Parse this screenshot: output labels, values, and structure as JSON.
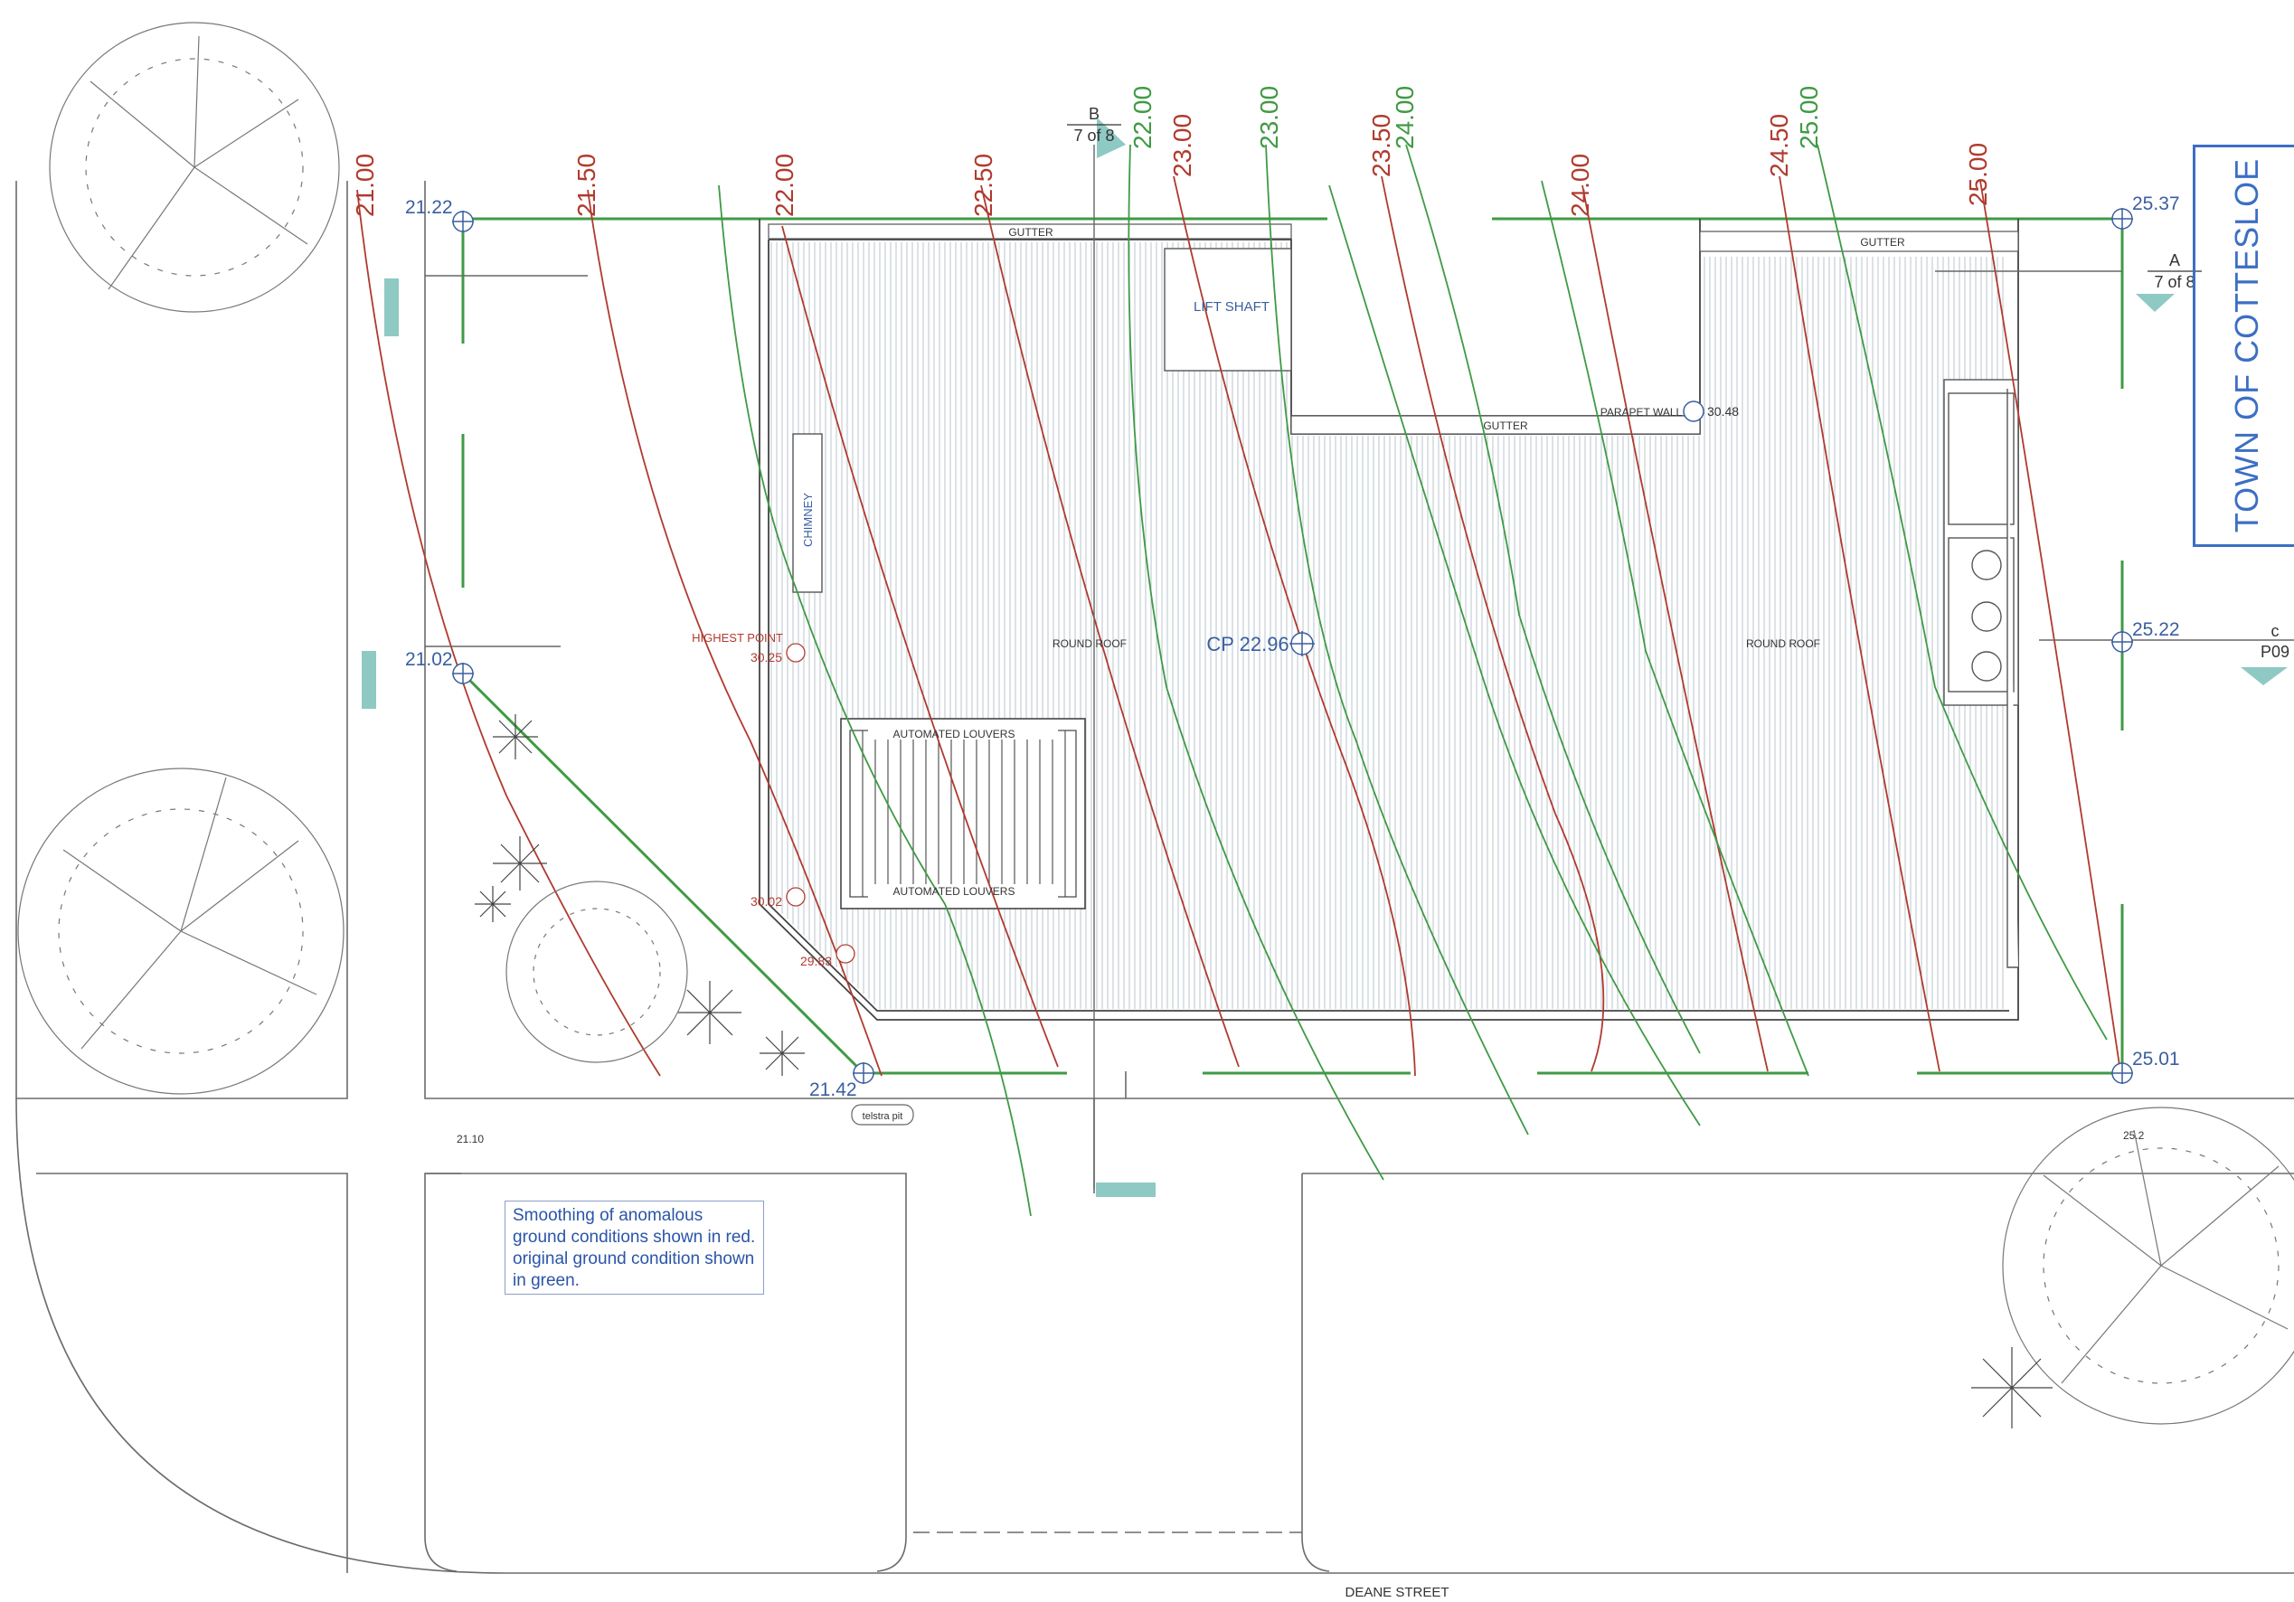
{
  "stamp": {
    "text": "TOWN OF COTTESLOE"
  },
  "note": {
    "text": "Smoothing of anomalous ground conditions shown in red. original ground condition shown in green."
  },
  "contours_red": [
    "21.00",
    "21.50",
    "22.00",
    "22.50",
    "23.00",
    "23.50",
    "24.00",
    "24.50",
    "25.00"
  ],
  "contours_green": [
    "22.00",
    "23.00",
    "24.00",
    "25.00"
  ],
  "corner_levels": {
    "top_left": "21.22",
    "mid_left": "21.02",
    "bottom_left": "21.42",
    "top_right": "25.37",
    "mid_right": "25.22",
    "bottom_right": "25.01"
  },
  "section_b": {
    "letter": "B",
    "sheet": "7 of 8"
  },
  "section_a": {
    "letter": "A",
    "sheet": "7 of 8"
  },
  "section_c": {
    "letter": "c",
    "sheet": "P09"
  },
  "labels": {
    "gutter_left": "GUTTER",
    "gutter_right": "GUTTER",
    "gutter_mid": "GUTTER",
    "lift_shaft": "LIFT SHAFT",
    "parapet_wall": "PARAPET WALL",
    "parapet_level": "30.48",
    "chimney": "CHIMNEY",
    "highest_point": "HIGHEST POINT",
    "highest_level": "30.25",
    "level_3002": "30.02",
    "level_2983": "29.83",
    "round_roof_left": "ROUND ROOF",
    "round_roof_right": "ROUND ROOF",
    "cp": "CP 22.96",
    "louvers_top": "AUTOMATED LOUVERS",
    "louvers_bottom": "AUTOMATED LOUVERS",
    "telstra": "telstra pit",
    "spot_left": "21.10",
    "spot_right": "25.2",
    "street": "DEANE STREET"
  }
}
